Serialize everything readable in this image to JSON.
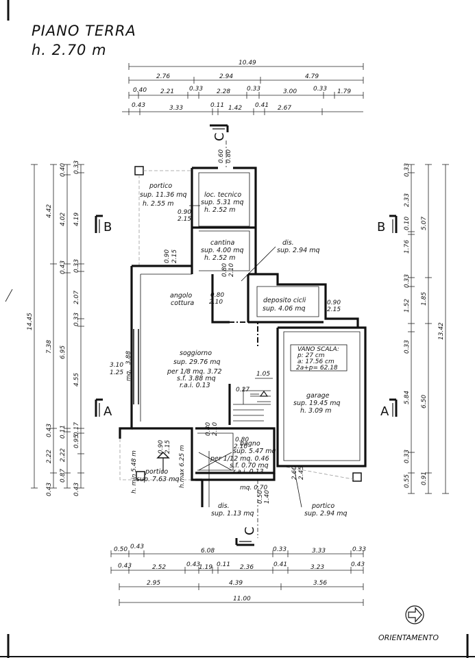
{
  "title": {
    "line1": "PIANO TERRA",
    "line2": "h. 2.70 m"
  },
  "orientation_label": "ORIENTAMENTO",
  "section_labels": {
    "B": "B",
    "A": "A",
    "C": "C"
  },
  "rooms": {
    "portico_top": [
      "portico",
      "sup. 11.36 mq",
      "h. 2.55 m"
    ],
    "loc_tecnico": [
      "loc. tecnico",
      "sup. 5.31 mq",
      "h. 2.52 m"
    ],
    "cantina": [
      "cantina",
      "sup. 4.00 mq",
      "h. 2.52 m"
    ],
    "dis_top": [
      "dis.",
      "sup. 2.94 mq"
    ],
    "angolo": [
      "angolo",
      "cottura"
    ],
    "deposito": [
      "deposito cicli",
      "sup. 4.06 mq"
    ],
    "soggiorno": [
      "soggiorno",
      "sup. 29.76 mq",
      "per 1/8 mq. 3.72",
      "s.f. 3.88 mq",
      "r.a.i. 0.13"
    ],
    "vano_scala": [
      "VANO SCALA:",
      "p: 27 cm",
      "a: 17.56 cm",
      "2a+p= 62.18"
    ],
    "garage": [
      "garage",
      "sup. 19.45 mq",
      "h. 3.09 m"
    ],
    "bagno": [
      "bagno",
      "sup. 5.47 mq",
      "per 1/12 mq. 0.46",
      "s.f. 0.70 mq",
      "r.a.i. 0.13"
    ],
    "portico_bl": [
      "portico",
      "sup. 7.63 mq"
    ],
    "dis_bottom": [
      "dis.",
      "sup. 1.13 mq"
    ],
    "portico_br": [
      "portico",
      "sup. 2.94 mq"
    ]
  },
  "openings": {
    "o_090_215_a": [
      "0.90",
      "2.15"
    ],
    "o_060_080": [
      "0.60",
      "0.80"
    ],
    "o_090_215_b": [
      "0.90",
      "2.15"
    ],
    "o_080_210_a": [
      "0.80",
      "2.10"
    ],
    "o_080_210_b": [
      "0.80",
      "2.10"
    ],
    "o_090_215_c": [
      "0.90",
      "2.15"
    ],
    "o_310_125": [
      "3.10",
      "1.25"
    ],
    "o_388": "3.88",
    "o_mq": "mq.",
    "o_105": "1.05",
    "o_027": "0.27",
    "o_080_210_c": [
      "0.80",
      "2.10"
    ],
    "o_080_210_d": [
      "0.80",
      "2.10"
    ],
    "o_090_215_d": [
      "0.90",
      "2.15"
    ],
    "o_260_245": [
      "2.60",
      "2.45"
    ],
    "o_050_140": [
      "0.50",
      "1.40"
    ],
    "o_070": "mq. 0.70",
    "o_hmin": "h. min 5.48 m",
    "o_hmax": "h.max 6.25 m"
  },
  "dims_top": {
    "row1": [
      "10.49"
    ],
    "row2": [
      "2.76",
      "2.94",
      "4.79"
    ],
    "row3": [
      "0.40",
      "2.21",
      "0.33",
      "2.28",
      "0.33",
      "3.00",
      "0.33",
      "1.79"
    ],
    "row4": [
      "0.43",
      "3.33",
      "0.11",
      "1.42",
      "0.41",
      "2.67"
    ]
  },
  "dims_bottom": {
    "row1": [
      "0.50",
      "0.43",
      "6.08",
      "0.33",
      "3.33",
      "0.33"
    ],
    "row2": [
      "0.43",
      "2.52",
      "0.43",
      "1.19",
      "0.11",
      "2.36",
      "0.41",
      "3.23",
      "0.43"
    ],
    "row3": [
      "2.95",
      "4.39",
      "3.56"
    ],
    "row4": [
      "11.00"
    ]
  },
  "dims_left": {
    "col1": [
      "14.45"
    ],
    "col2": [
      "4.42",
      "7.38",
      "0.43",
      "2.22",
      "0.43"
    ],
    "col3": [
      "0.40",
      "4.02",
      "0.43",
      "6.95",
      "0.11",
      "2.22",
      "0.87"
    ],
    "col4": [
      "0.33",
      "4.19",
      "0.33",
      "2.07",
      "0.33",
      "4.55",
      "0.17",
      "0.95",
      "0.43"
    ]
  },
  "dims_right": {
    "col1": [
      "0.33",
      "2.33",
      "0.10",
      "1.76",
      "0.33",
      "1.52",
      "0.33",
      "5.84",
      "0.33",
      "0.55"
    ],
    "col2": [
      "5.07",
      "1.85",
      "6.50",
      "0.91"
    ],
    "col3": [
      "13.42"
    ]
  }
}
